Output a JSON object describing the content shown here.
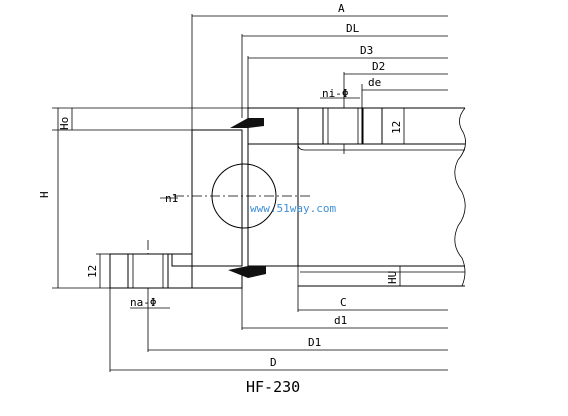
{
  "diagram": {
    "labels": {
      "A": "A",
      "DL": "DL",
      "D3": "D3",
      "D2": "D2",
      "de": "de",
      "ni_phi": "ni-Φ",
      "dim_12_top": "12",
      "Ho": "Ho",
      "H": "H",
      "n1": "n1",
      "dim_12_bottom": "12",
      "HU": "HU",
      "na_phi": "na-Φ",
      "C": "C",
      "d1": "d1",
      "D1": "D1",
      "D": "D"
    },
    "watermark": "www.51way.com",
    "caption": "HF-230"
  }
}
